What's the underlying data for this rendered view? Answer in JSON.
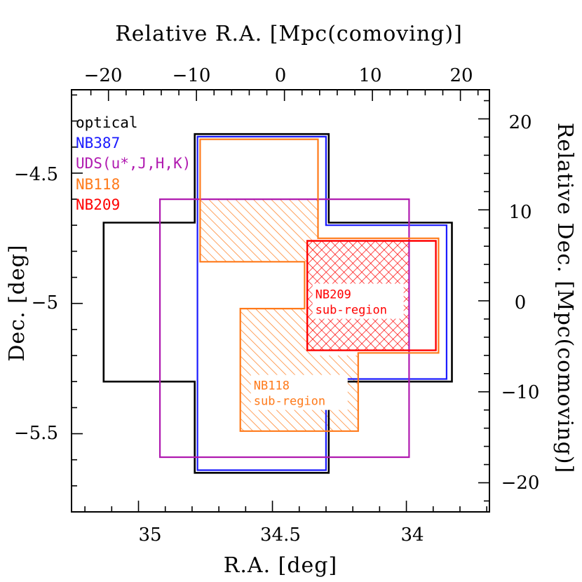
{
  "chart_data": {
    "type": "area",
    "title": "",
    "xlabel": "R.A. [deg]",
    "ylabel": "Dec. [deg]",
    "x2label": "Relative R.A. [Mpc(comoving)]",
    "y2label": "Relative Dec. [Mpc(comoving)]",
    "xlim": [
      35.25,
      33.69
    ],
    "ylim": [
      -5.8,
      -4.18
    ],
    "xticks": [
      35,
      34.5,
      34
    ],
    "xtick_labels": [
      "35",
      "34.5",
      "34"
    ],
    "yticks": [
      -4.5,
      -5,
      -5.5
    ],
    "ytick_labels": [
      "−4.5",
      "−5",
      "−5.5"
    ],
    "x2lim": [
      -24.2,
      23.3
    ],
    "y2lim": [
      -23.2,
      23.2
    ],
    "x2ticks": [
      -20,
      -10,
      0,
      10,
      20
    ],
    "x2tick_labels": [
      "−20",
      "−10",
      "0",
      "10",
      "20"
    ],
    "y2ticks": [
      20,
      10,
      0,
      -10,
      -20
    ],
    "y2tick_labels": [
      "20",
      "10",
      "0",
      "−10",
      "−20"
    ],
    "grid": false,
    "legend_position": "top-left",
    "legend": [
      {
        "label": "optical",
        "color": "#000000"
      },
      {
        "label": "NB387",
        "color": "#1a1aff"
      },
      {
        "label": "UDS(u*,J,H,K)",
        "color": "#b01ab0"
      },
      {
        "label": "NB118",
        "color": "#ff7a1a"
      },
      {
        "label": "NB209",
        "color": "#ff0000"
      }
    ],
    "series": [
      {
        "name": "optical",
        "color": "#000000",
        "hatch": "none",
        "points": [
          [
            34.79,
            -4.35
          ],
          [
            34.29,
            -4.35
          ],
          [
            34.29,
            -4.69
          ],
          [
            33.83,
            -4.69
          ],
          [
            33.83,
            -5.3
          ],
          [
            34.29,
            -5.3
          ],
          [
            34.29,
            -5.65
          ],
          [
            34.79,
            -5.65
          ],
          [
            34.79,
            -5.3
          ],
          [
            35.13,
            -5.3
          ],
          [
            35.13,
            -4.69
          ],
          [
            34.79,
            -4.69
          ]
        ]
      },
      {
        "name": "NB387",
        "color": "#1a1aff",
        "hatch": "none",
        "points": [
          [
            34.78,
            -4.36
          ],
          [
            34.3,
            -4.36
          ],
          [
            34.3,
            -4.7
          ],
          [
            33.85,
            -4.7
          ],
          [
            33.85,
            -5.29
          ],
          [
            34.3,
            -5.29
          ],
          [
            34.3,
            -5.64
          ],
          [
            34.78,
            -5.64
          ]
        ]
      },
      {
        "name": "UDS(u*,J,H,K)",
        "color": "#b01ab0",
        "hatch": "none",
        "points": [
          [
            34.92,
            -4.6
          ],
          [
            33.99,
            -4.6
          ],
          [
            33.99,
            -5.59
          ],
          [
            34.92,
            -5.59
          ]
        ]
      },
      {
        "name": "NB118",
        "color": "#ff7a1a",
        "hatch": "none",
        "points": [
          [
            34.77,
            -4.37
          ],
          [
            34.33,
            -4.37
          ],
          [
            34.33,
            -4.75
          ],
          [
            33.88,
            -4.75
          ],
          [
            33.88,
            -5.19
          ],
          [
            34.18,
            -5.19
          ],
          [
            34.18,
            -5.49
          ],
          [
            34.62,
            -5.49
          ],
          [
            34.62,
            -5.02
          ],
          [
            34.38,
            -5.02
          ],
          [
            34.38,
            -4.84
          ],
          [
            34.77,
            -4.84
          ]
        ]
      },
      {
        "name": "NB209",
        "color": "#ff0000",
        "hatch": "none",
        "points": [
          [
            34.37,
            -4.76
          ],
          [
            33.89,
            -4.76
          ],
          [
            33.89,
            -5.18
          ],
          [
            34.37,
            -5.18
          ]
        ]
      }
    ],
    "sub_regions": [
      {
        "label_line1": "NB118",
        "label_line2": "sub-region",
        "color": "#ff7a1a",
        "hatch": "diagonal",
        "polygons": [
          [
            [
              34.77,
              -4.6
            ],
            [
              34.33,
              -4.6
            ],
            [
              34.33,
              -4.84
            ],
            [
              34.77,
              -4.84
            ]
          ],
          [
            [
              34.62,
              -5.02
            ],
            [
              34.34,
              -5.02
            ],
            [
              34.34,
              -5.2
            ],
            [
              34.18,
              -5.2
            ],
            [
              34.18,
              -5.49
            ],
            [
              34.62,
              -5.49
            ]
          ]
        ]
      },
      {
        "label_line1": "NB209",
        "label_line2": "sub-region",
        "color": "#ff0000",
        "hatch": "cross",
        "polygons": [
          [
            [
              34.37,
              -4.76
            ],
            [
              33.99,
              -4.76
            ],
            [
              33.99,
              -5.18
            ],
            [
              34.37,
              -5.18
            ]
          ]
        ]
      }
    ]
  }
}
